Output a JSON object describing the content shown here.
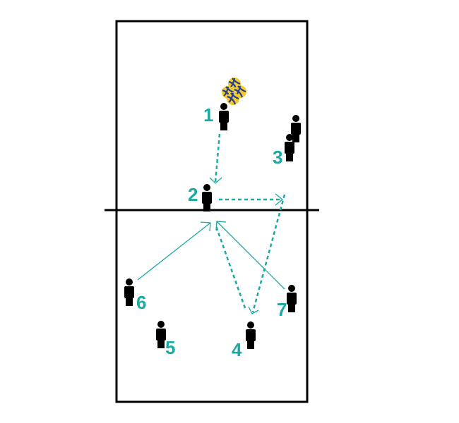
{
  "diagram": {
    "players": [
      {
        "label": "1"
      },
      {
        "label": "2"
      },
      {
        "label": "3"
      },
      {
        "label": "4"
      },
      {
        "label": "5"
      },
      {
        "label": "6"
      },
      {
        "label": "7"
      }
    ],
    "colors": {
      "accent": "#1aa9a4",
      "player": "#000000",
      "ball_yellow": "#f2cc2a",
      "ball_blue": "#2b3f8c"
    }
  }
}
